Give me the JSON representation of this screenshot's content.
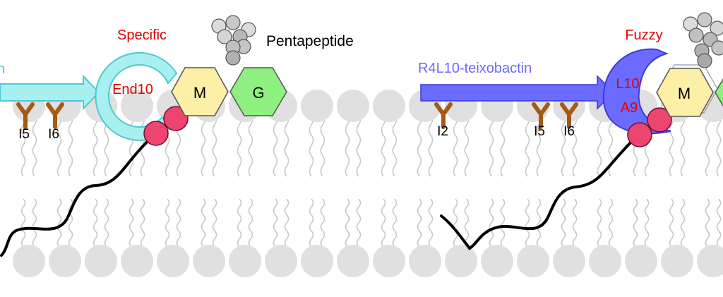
{
  "colors": {
    "lipid_head": "#e0e0e0",
    "lipid_tail": "#c8c8c8",
    "cyan_arrow": "#a8f0f0",
    "cyan_stroke": "#4fc8d4",
    "blue_arrow": "#6b6bff",
    "blue_stroke": "#3b3bd8",
    "label_red": "#e00000",
    "label_blue": "#6b6bff",
    "residue_brown": "#a55a14",
    "pink_ball": "#ee4470",
    "hex_M": "#fbf0a6",
    "hex_G": "#8ef080",
    "pentapeptide": "#b8b8b8"
  },
  "left_panel": {
    "binding_label": "Specific",
    "cavity_label": "End10",
    "peptide_label": "Pentapeptide",
    "sugar_M": "M",
    "sugar_G": "G",
    "residues": [
      "I5",
      "I6"
    ]
  },
  "right_panel": {
    "antibiotic_name": "R4L10-teixobactin",
    "binding_label": "Fuzzy",
    "cavity_labels": [
      "L10",
      "A9"
    ],
    "sugar_M": "M",
    "residues": [
      "I2",
      "I5",
      "I6"
    ]
  }
}
